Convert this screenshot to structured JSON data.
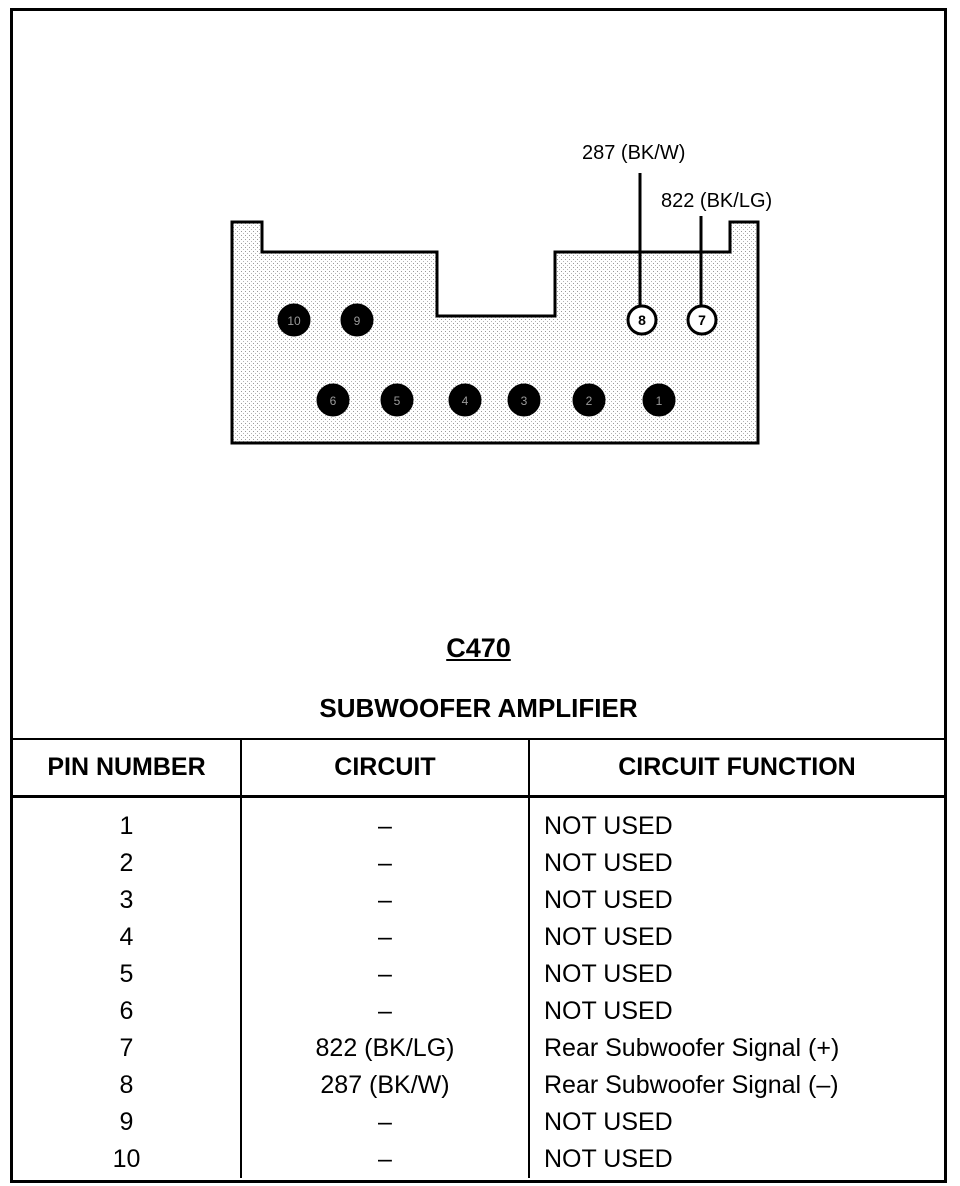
{
  "connector": {
    "code": "C470",
    "name": "SUBWOOFER AMPLIFIER",
    "wire_labels": [
      "287 (BK/W)",
      "822 (BK/LG)"
    ],
    "pins": [
      {
        "id": "10",
        "filled": true
      },
      {
        "id": "9",
        "filled": true
      },
      {
        "id": "8",
        "filled": false
      },
      {
        "id": "7",
        "filled": false
      },
      {
        "id": "6",
        "filled": true
      },
      {
        "id": "5",
        "filled": true
      },
      {
        "id": "4",
        "filled": true
      },
      {
        "id": "3",
        "filled": true
      },
      {
        "id": "2",
        "filled": true
      },
      {
        "id": "1",
        "filled": true
      }
    ]
  },
  "table": {
    "headers": [
      "PIN NUMBER",
      "CIRCUIT",
      "CIRCUIT FUNCTION"
    ],
    "rows": [
      {
        "pin": "1",
        "circuit": "–",
        "function": "NOT USED"
      },
      {
        "pin": "2",
        "circuit": "–",
        "function": "NOT USED"
      },
      {
        "pin": "3",
        "circuit": "–",
        "function": "NOT USED"
      },
      {
        "pin": "4",
        "circuit": "–",
        "function": "NOT USED"
      },
      {
        "pin": "5",
        "circuit": "–",
        "function": "NOT USED"
      },
      {
        "pin": "6",
        "circuit": "–",
        "function": "NOT USED"
      },
      {
        "pin": "7",
        "circuit": "822 (BK/LG)",
        "function": "Rear Subwoofer Signal (+)"
      },
      {
        "pin": "8",
        "circuit": "287 (BK/W)",
        "function": "Rear Subwoofer Signal (–)"
      },
      {
        "pin": "9",
        "circuit": "–",
        "function": "NOT USED"
      },
      {
        "pin": "10",
        "circuit": "–",
        "function": "NOT USED"
      }
    ]
  }
}
